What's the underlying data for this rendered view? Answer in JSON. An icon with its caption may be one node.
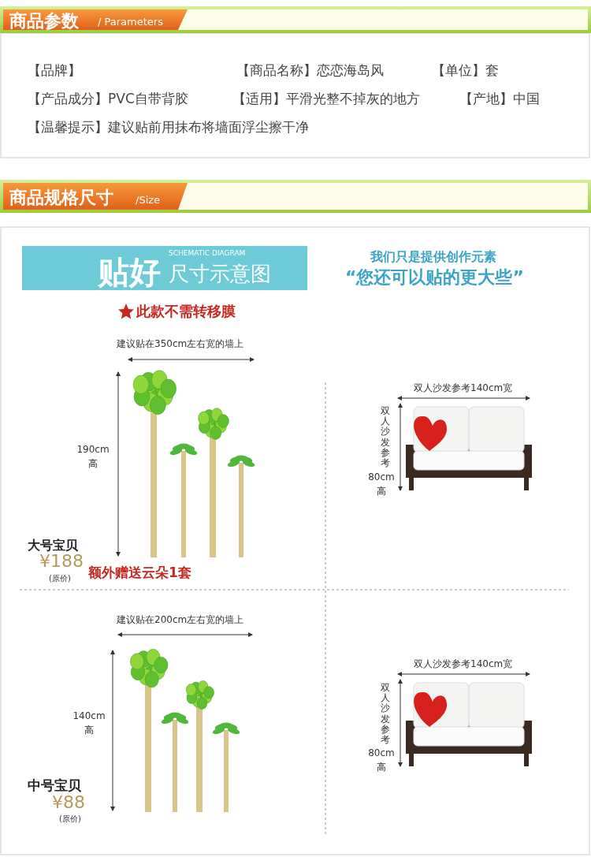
{
  "diagram": {
    "nodes": [
      {
        "text": [
          "商品参数",
          "/ Parameters"
        ]
      },
      {
        "text": [
          "商品规格尺寸",
          "/Size"
        ]
      },
      {
        "text": [
          "贴好",
          "SCHEMATIC DIAGRAM",
          "尺寸示意图"
        ]
      }
    ],
    "labels": [
      "【品牌】",
      "【商品名称】恋恋海岛风",
      "【单位】套",
      "【产品成分】PVC自带背胶",
      "【适用】平滑光整不掉灰的地方",
      "【产地】中国",
      "【温馨提示】建议贴前用抹布将墙面浮尘擦干净",
      "我们只是提供创作元素",
      "“您还可以贴的更大些”",
      "此款不需转移膜",
      "建议贴在350cm左右宽的墙上",
      "190cm 高",
      "大号宝贝",
      "¥188",
      "(原价)",
      "额外赠送云朵1套",
      "双人沙发参考140cm宽",
      "双人沙发参考",
      "80cm 高",
      "建议贴在200cm左右宽的墙上",
      "140cm 高",
      "中号宝贝",
      "¥88",
      "(原价)",
      "双人沙发参考140cm宽",
      "双人沙发参考",
      "80cm 高"
    ]
  }
}
